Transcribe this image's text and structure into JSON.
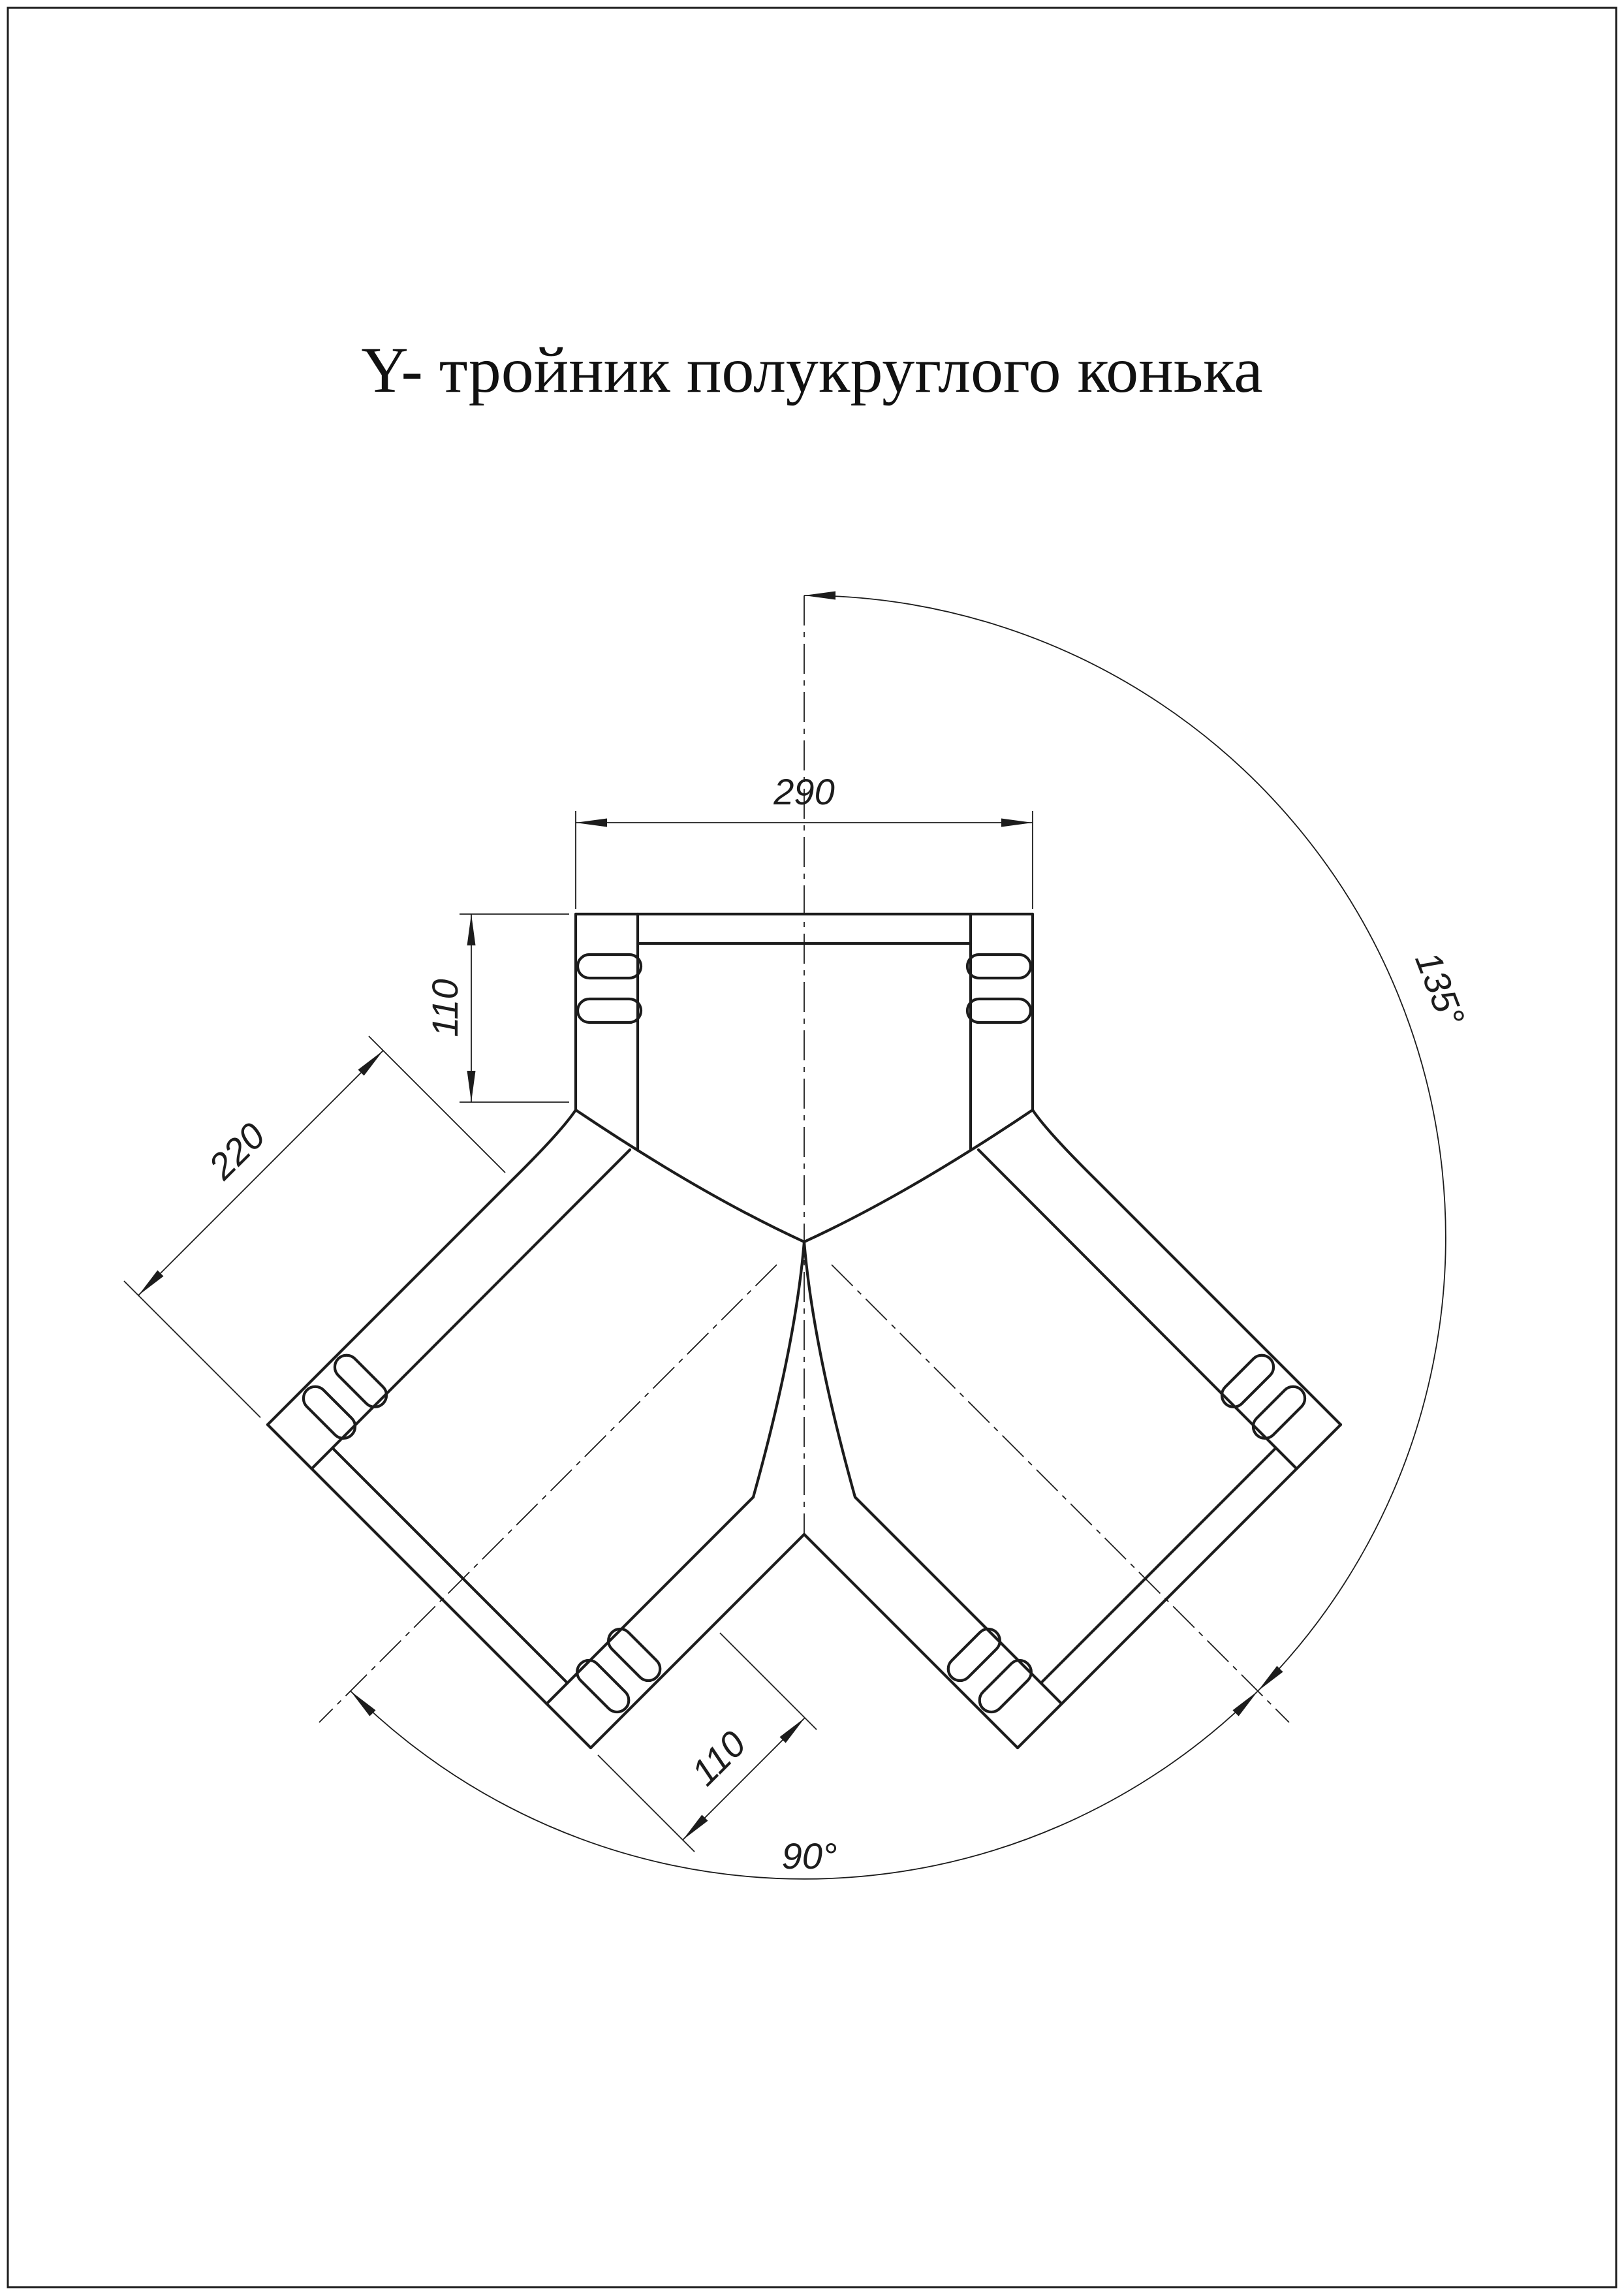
{
  "title": "Y- тройник полукруглого конька",
  "dimensions": {
    "top_width": "290",
    "top_edge_height": "110",
    "branch_edge_length": "220",
    "branch_end_width": "110",
    "angle_top_to_branch": "135°",
    "angle_between_branches": "90°"
  },
  "colors": {
    "line": "#1c1c1c",
    "background": "#ffffff"
  }
}
